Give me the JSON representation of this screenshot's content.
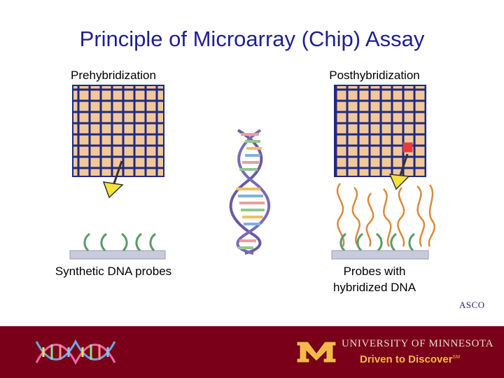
{
  "title": "Principle of Microarray (Chip) Assay",
  "panels": {
    "left": {
      "top_label": "Prehybridization",
      "bottom_label": "Synthetic DNA probes"
    },
    "right": {
      "top_label": "Posthybridization",
      "bottom_label_line1": "Probes with",
      "bottom_label_line2": "hybridized DNA"
    }
  },
  "credit": "ASCO",
  "footer": {
    "university": "UNIVERSITY OF MINNESOTA",
    "tagline": "Driven to Discover",
    "trademark": "SM"
  },
  "colors": {
    "title": "#1f1f8f",
    "grid_cell": "#f2c89a",
    "grid_line": "#1f2a80",
    "highlight_cell": "#e83b3b",
    "arrow": "#f5e23a",
    "probe": "#5a9a6a",
    "hybridized_dna": "#d98a3c",
    "substrate": "#c8cbdc",
    "footer_bg": "#7a0019",
    "footer_gold": "#f5b84a"
  }
}
